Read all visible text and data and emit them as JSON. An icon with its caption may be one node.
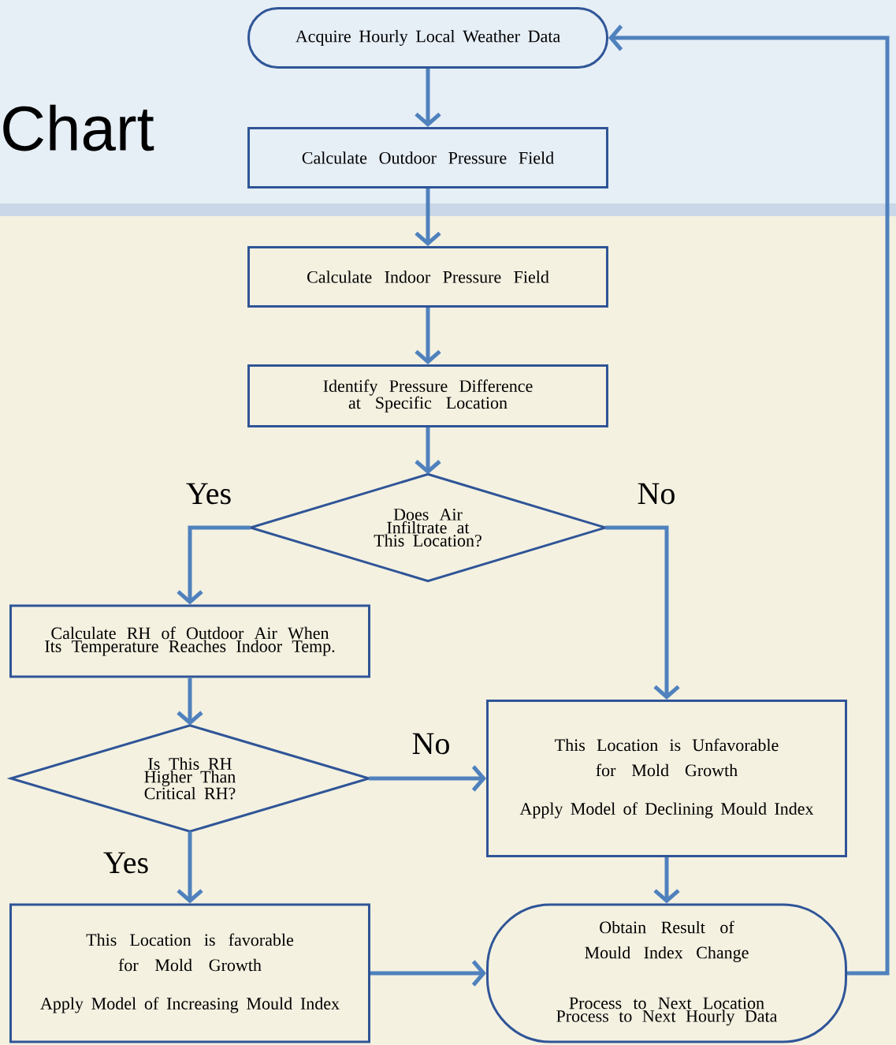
{
  "diagram": {
    "nodes": [
      {
        "text": [
          "Acquire Hourly Local Weather Data"
        ]
      },
      {
        "text": [
          "Calculate Outdoor Pressure Field"
        ]
      },
      {
        "text": [
          "Calculate Indoor Pressure Field"
        ]
      },
      {
        "text": [
          "Identify Pressure Difference at Specific Location"
        ]
      },
      {
        "text": [
          "Does Air Infiltrate at This Location?"
        ]
      },
      {
        "text": [
          "Calculate RH of Outdoor Air When Its Temperature Reaches Indoor Temp."
        ]
      },
      {
        "text": [
          "Is This RH Higher Than Critical RH?"
        ]
      },
      {
        "text": [
          "This Location is Unfavorable for Mold Growth",
          "Apply Model of Declining Mould Index"
        ]
      },
      {
        "text": [
          "This Location is favorable for Mold Growth",
          "Apply Model of Increasing Mould Index"
        ]
      },
      {
        "text": [
          "Obtain Result of Mould Index Change",
          "Process to Next Location",
          "Process to Next Hourly Data"
        ]
      }
    ],
    "edges": [
      {
        "from": 0,
        "to": 1,
        "arrow": "to"
      },
      {
        "from": 1,
        "to": 2,
        "arrow": "to"
      },
      {
        "from": 2,
        "to": 3,
        "arrow": "to"
      },
      {
        "from": 3,
        "to": 4,
        "arrow": "to"
      },
      {
        "from": 4,
        "to": 5,
        "arrow": "to",
        "label": "Yes"
      },
      {
        "from": 4,
        "to": 7,
        "arrow": "to",
        "label": "No"
      },
      {
        "from": 5,
        "to": 6,
        "arrow": "to"
      },
      {
        "from": 6,
        "to": 7,
        "arrow": "to",
        "label": "No"
      },
      {
        "from": 6,
        "to": 8,
        "arrow": "to",
        "label": "Yes"
      },
      {
        "from": 7,
        "to": 9,
        "arrow": "to"
      },
      {
        "from": 8,
        "to": 9,
        "arrow": "to"
      },
      {
        "from": 9,
        "to": 0,
        "arrow": "to"
      }
    ],
    "labels": [
      "Chart"
    ]
  }
}
